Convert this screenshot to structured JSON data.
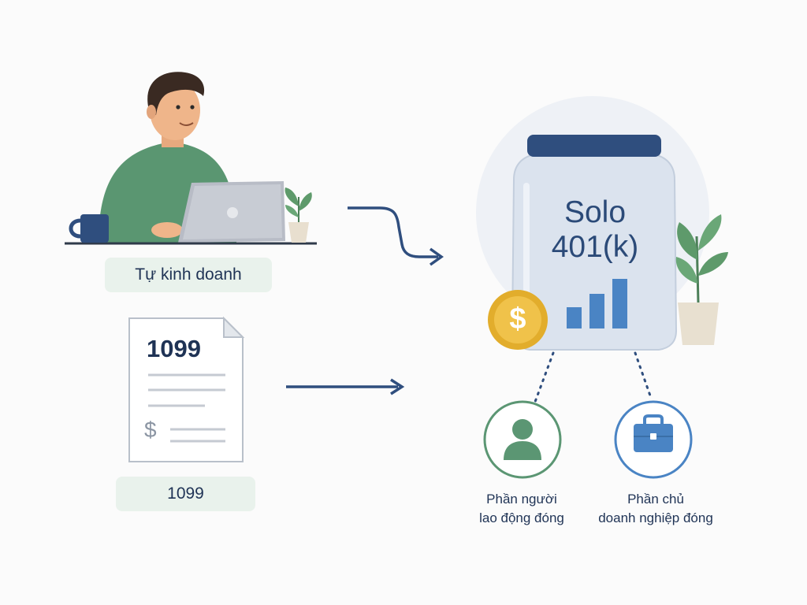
{
  "labels": {
    "self_employed": "Tự kinh doanh",
    "form_1099": "1099"
  },
  "document": {
    "number": "1099",
    "dollar_symbol": "$"
  },
  "jar": {
    "line1": "Solo",
    "line2": "401(k)",
    "coin_symbol": "$"
  },
  "contributions": {
    "employee": {
      "line1": "Phần người",
      "line2": "lao động đóng",
      "icon": "person-icon"
    },
    "employer": {
      "line1": "Phần chủ",
      "line2": "doanh nghiệp đóng",
      "icon": "briefcase-icon"
    }
  },
  "colors": {
    "navy": "#2f4e7e",
    "green": "#5b9673",
    "blue": "#4a84c4",
    "coin": "#e2ad2c"
  }
}
